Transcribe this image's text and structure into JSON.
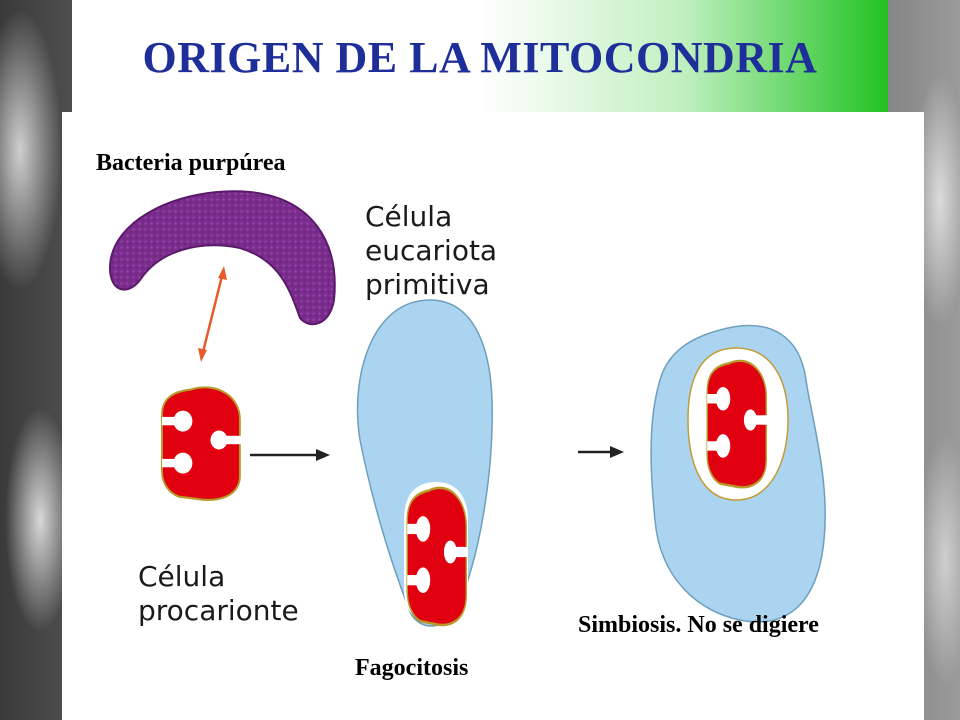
{
  "title": "ORIGEN DE LA MITOCONDRIA",
  "labels": {
    "bacteria": "Bacteria purpúrea",
    "eukaryote_line1": "Célula",
    "eukaryote_line2": "eucariota",
    "eukaryote_line3": "primitiva",
    "prokaryote_line1": "Célula",
    "prokaryote_line2": "procarionte",
    "phagocytosis": "Fagocitosis",
    "symbiosis": "Simbiosis. No se digiere"
  },
  "colors": {
    "title": "#1f2f9a",
    "bacteria": "#7b2d8e",
    "mitochondrion": "#e0000f",
    "cell_cytoplasm": "#aad4f0",
    "link_arrow": "#e85a2a",
    "banner_accent": "#22c222"
  }
}
